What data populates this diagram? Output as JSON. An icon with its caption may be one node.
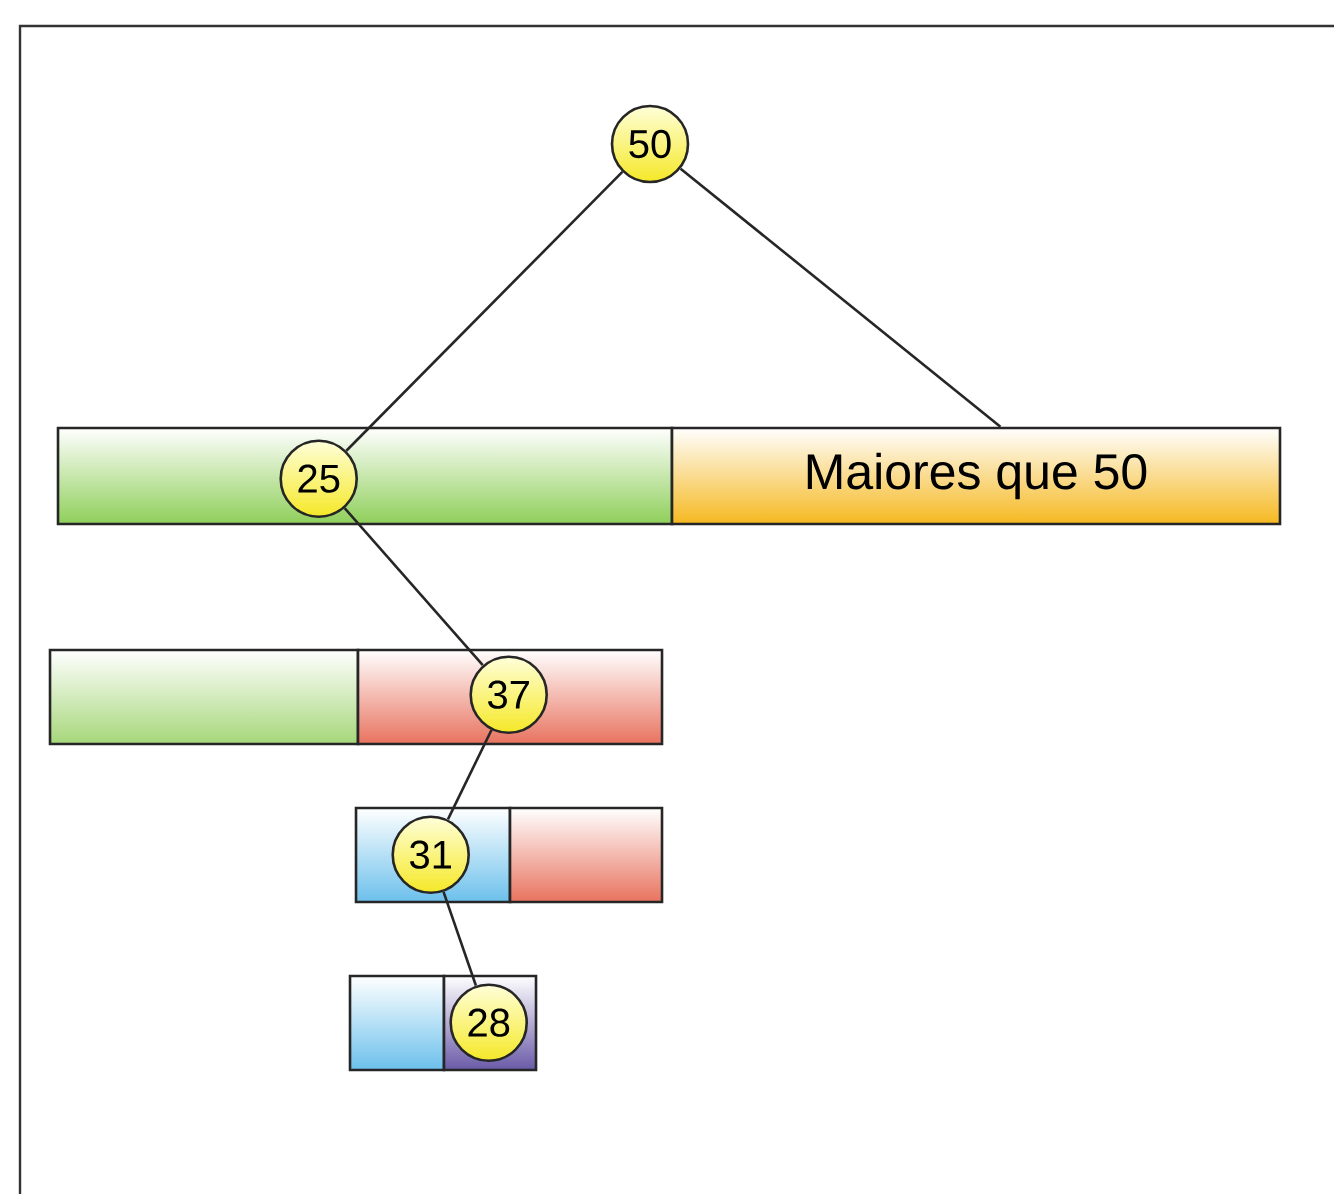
{
  "diagram": {
    "nodes": [
      {
        "text": [
          "50"
        ]
      },
      {
        "text": [],
        "shape": "box"
      },
      {
        "text": [
          "Maiores que 50"
        ]
      },
      {
        "text": [
          "25"
        ],
        "in": 1
      },
      {
        "text": [],
        "shape": "box"
      },
      {
        "text": [],
        "shape": "box"
      },
      {
        "text": [
          "37"
        ],
        "in": 5
      },
      {
        "text": [],
        "shape": "box"
      },
      {
        "text": [],
        "shape": "box"
      },
      {
        "text": [
          "31"
        ],
        "in": 7
      },
      {
        "text": [],
        "shape": "box"
      },
      {
        "text": [],
        "shape": "box"
      },
      {
        "text": [
          "28"
        ],
        "in": 11
      }
    ],
    "edges": [
      {
        "from": 0,
        "to": 3,
        "arrow": "none"
      },
      {
        "from": 0,
        "to": 2,
        "arrow": "none"
      },
      {
        "from": 3,
        "to": 6,
        "arrow": "none"
      },
      {
        "from": 6,
        "to": 9,
        "arrow": "none"
      },
      {
        "from": 9,
        "to": 12,
        "arrow": "none"
      }
    ]
  }
}
